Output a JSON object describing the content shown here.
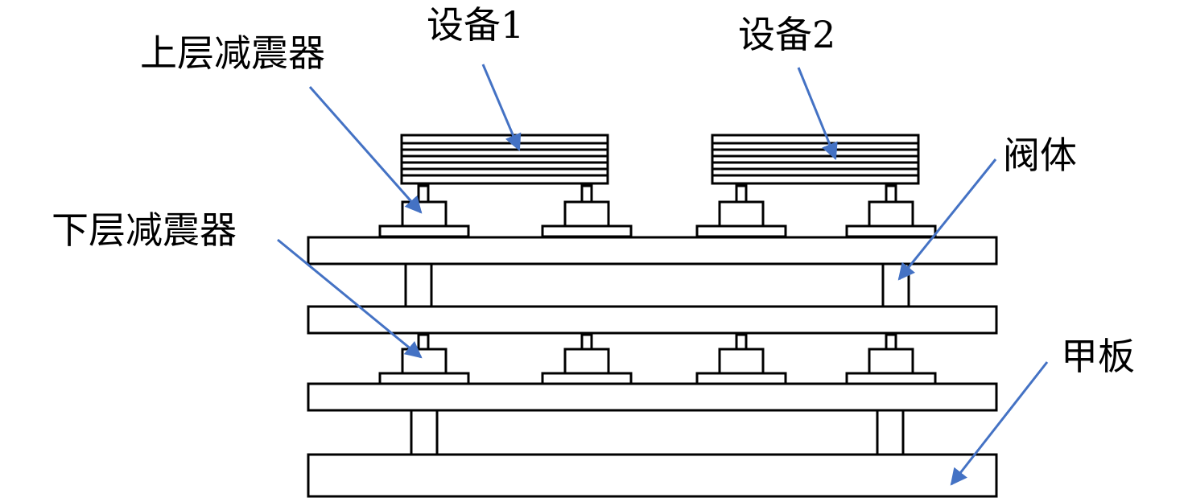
{
  "labels": {
    "equipment1": "设备1",
    "equipment2": "设备2",
    "upper_isolator": "上层减震器",
    "lower_isolator": "下层减震器",
    "valve_body": "阀体",
    "deck": "甲板"
  },
  "colors": {
    "line": "#000000",
    "arrow": "#4472C4",
    "fill": "#ffffff"
  }
}
